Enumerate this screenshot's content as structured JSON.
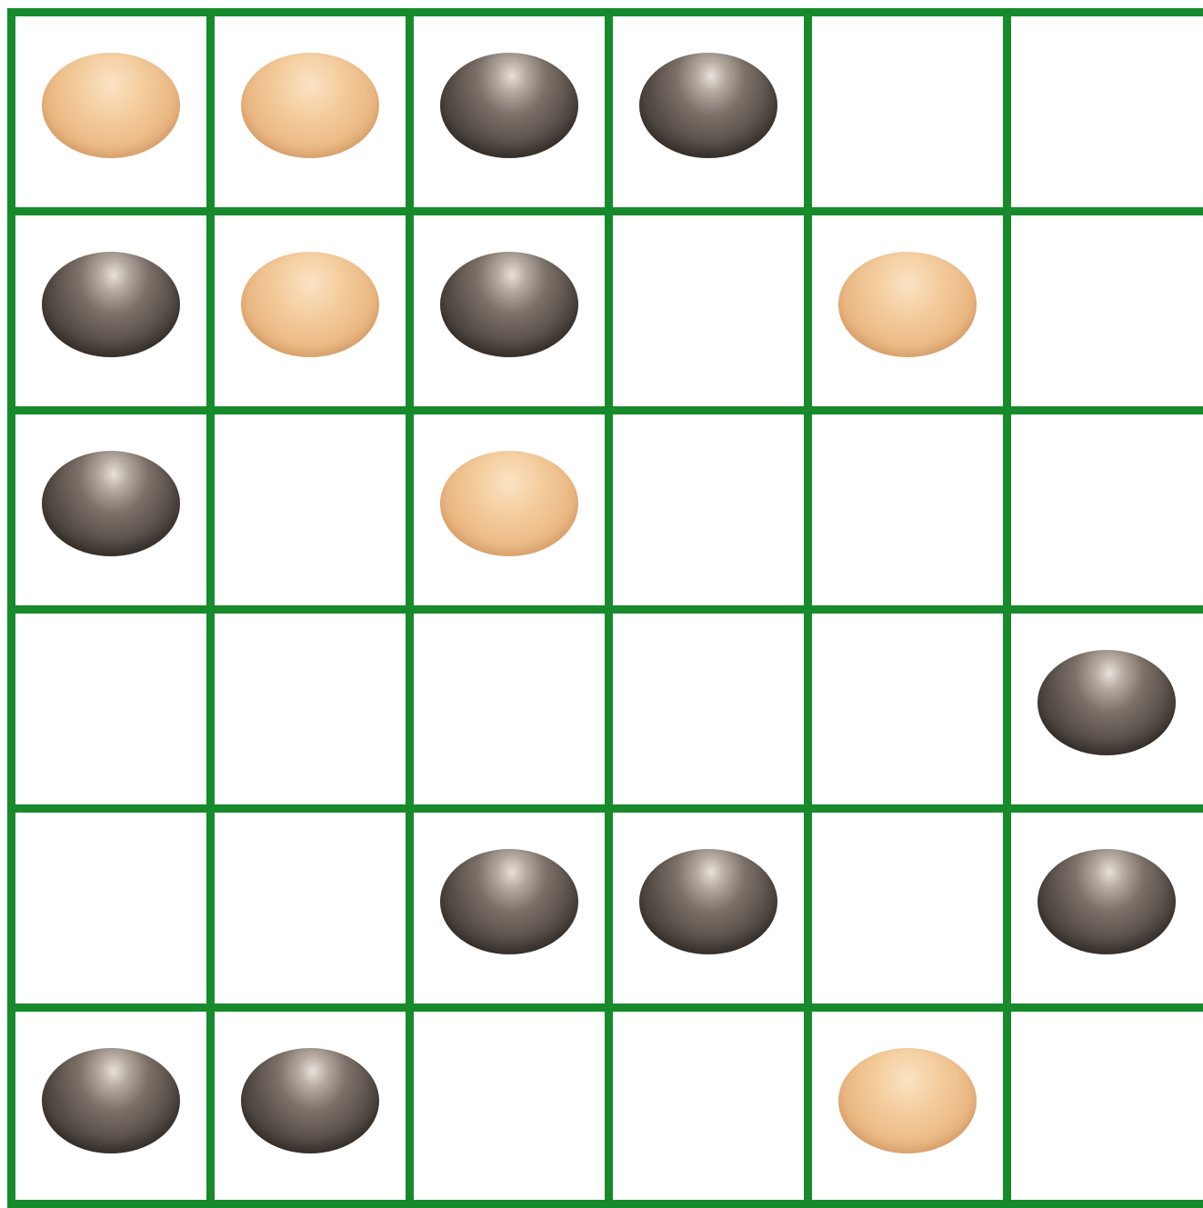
{
  "board": {
    "rows": 6,
    "cols": 6,
    "grid_color": "#178a2b",
    "background_color": "#ffffff",
    "light_stone_color": "#f1c792",
    "dark_stone_color": "#5c534d",
    "cells": [
      [
        "light",
        "light",
        "dark",
        "dark",
        "",
        ""
      ],
      [
        "dark",
        "light",
        "dark",
        "",
        "light",
        ""
      ],
      [
        "dark",
        "",
        "light",
        "",
        "",
        ""
      ],
      [
        "",
        "",
        "",
        "",
        "",
        "dark"
      ],
      [
        "",
        "",
        "dark",
        "dark",
        "",
        "dark"
      ],
      [
        "dark",
        "dark",
        "",
        "",
        "light",
        ""
      ]
    ]
  }
}
